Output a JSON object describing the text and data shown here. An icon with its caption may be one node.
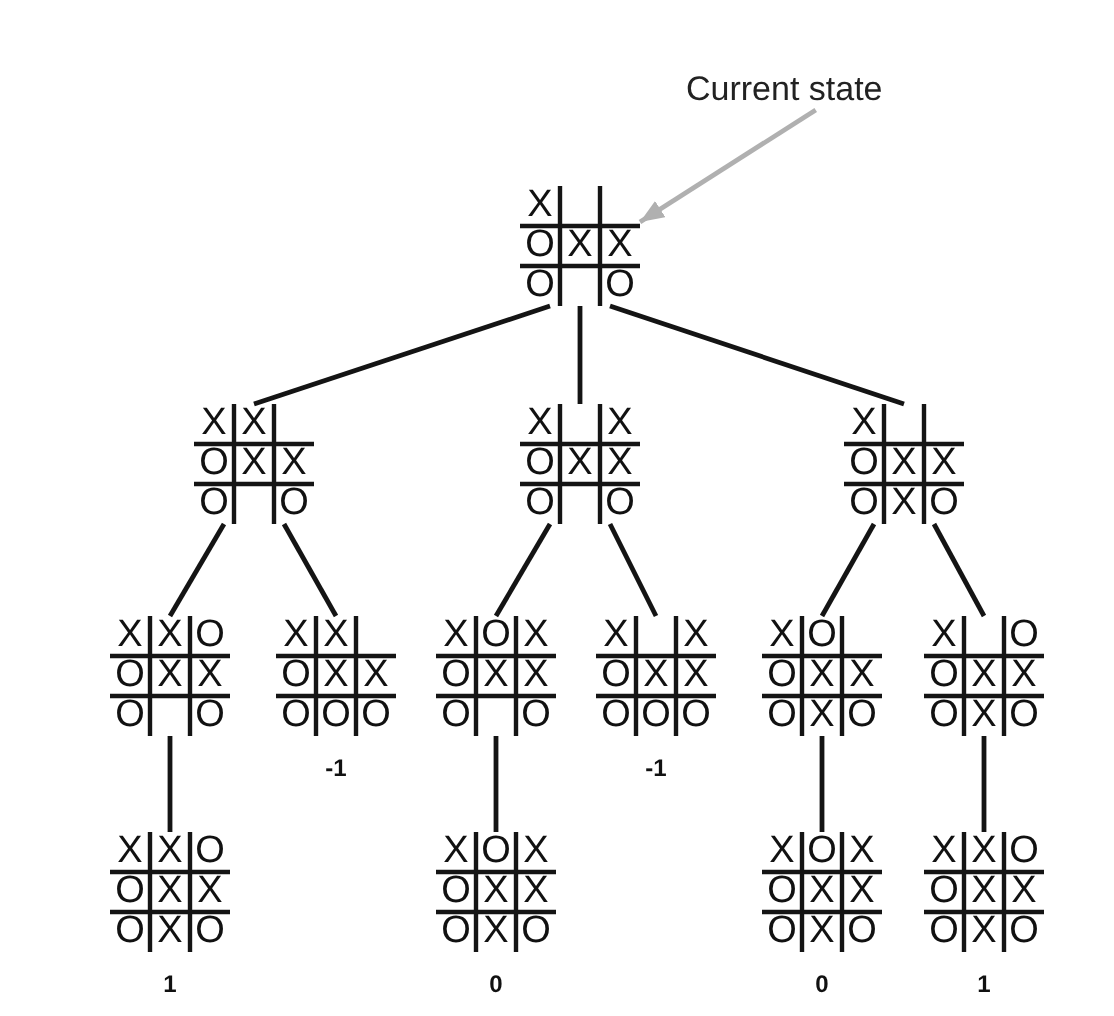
{
  "diagram": {
    "nodes": [
      {
        "text": [
          "Current state"
        ]
      },
      {
        "text": [
          "X",
          "O",
          "X",
          "X",
          "O",
          "O"
        ]
      },
      {
        "text": [
          "X",
          "X",
          "O",
          "X",
          "X",
          "O",
          "O"
        ]
      },
      {
        "text": [
          "X",
          "X",
          "O",
          "X",
          "X",
          "O",
          "O"
        ]
      },
      {
        "text": [
          "X",
          "O",
          "X",
          "X",
          "O",
          "X",
          "O"
        ]
      },
      {
        "text": [
          "X",
          "X",
          "O",
          "O",
          "X",
          "X",
          "O",
          "O"
        ]
      },
      {
        "text": [
          "X",
          "X",
          "O",
          "X",
          "X",
          "O",
          "O",
          "O"
        ],
        "beside": [
          "-1"
        ]
      },
      {
        "text": [
          "X",
          "O",
          "X",
          "O",
          "X",
          "X",
          "O",
          "O"
        ]
      },
      {
        "text": [
          "X",
          "X",
          "O",
          "X",
          "X",
          "O",
          "O",
          "O"
        ],
        "beside": [
          "-1"
        ]
      },
      {
        "text": [
          "X",
          "O",
          "O",
          "X",
          "X",
          "O",
          "X",
          "O"
        ]
      },
      {
        "text": [
          "X",
          "O",
          "O",
          "X",
          "X",
          "O",
          "X",
          "O"
        ]
      },
      {
        "text": [
          "X",
          "X",
          "O",
          "O",
          "X",
          "X",
          "O",
          "X",
          "O"
        ],
        "beside": [
          "1"
        ]
      },
      {
        "text": [
          "X",
          "O",
          "X",
          "O",
          "X",
          "X",
          "O",
          "X",
          "O"
        ],
        "beside": [
          "0"
        ]
      },
      {
        "text": [
          "X",
          "O",
          "X",
          "O",
          "X",
          "X",
          "O",
          "X",
          "O"
        ],
        "beside": [
          "0"
        ]
      },
      {
        "text": [
          "X",
          "X",
          "O",
          "O",
          "X",
          "X",
          "O",
          "X",
          "O"
        ],
        "beside": [
          "1"
        ]
      }
    ],
    "edges": [
      {
        "from": 0,
        "to": 1,
        "arrow": "to",
        "color": "#b0b0b0"
      },
      {
        "from": 1,
        "to": 2,
        "arrow": "none"
      },
      {
        "from": 1,
        "to": 3,
        "arrow": "none"
      },
      {
        "from": 1,
        "to": 4,
        "arrow": "none"
      },
      {
        "from": 2,
        "to": 5,
        "arrow": "none"
      },
      {
        "from": 2,
        "to": 6,
        "arrow": "none"
      },
      {
        "from": 3,
        "to": 7,
        "arrow": "none"
      },
      {
        "from": 3,
        "to": 8,
        "arrow": "none"
      },
      {
        "from": 4,
        "to": 9,
        "arrow": "none"
      },
      {
        "from": 4,
        "to": 10,
        "arrow": "none"
      },
      {
        "from": 5,
        "to": 11,
        "arrow": "none"
      },
      {
        "from": 7,
        "to": 12,
        "arrow": "none"
      },
      {
        "from": 9,
        "to": 13,
        "arrow": "none"
      },
      {
        "from": 10,
        "to": 14,
        "arrow": "none"
      }
    ]
  }
}
